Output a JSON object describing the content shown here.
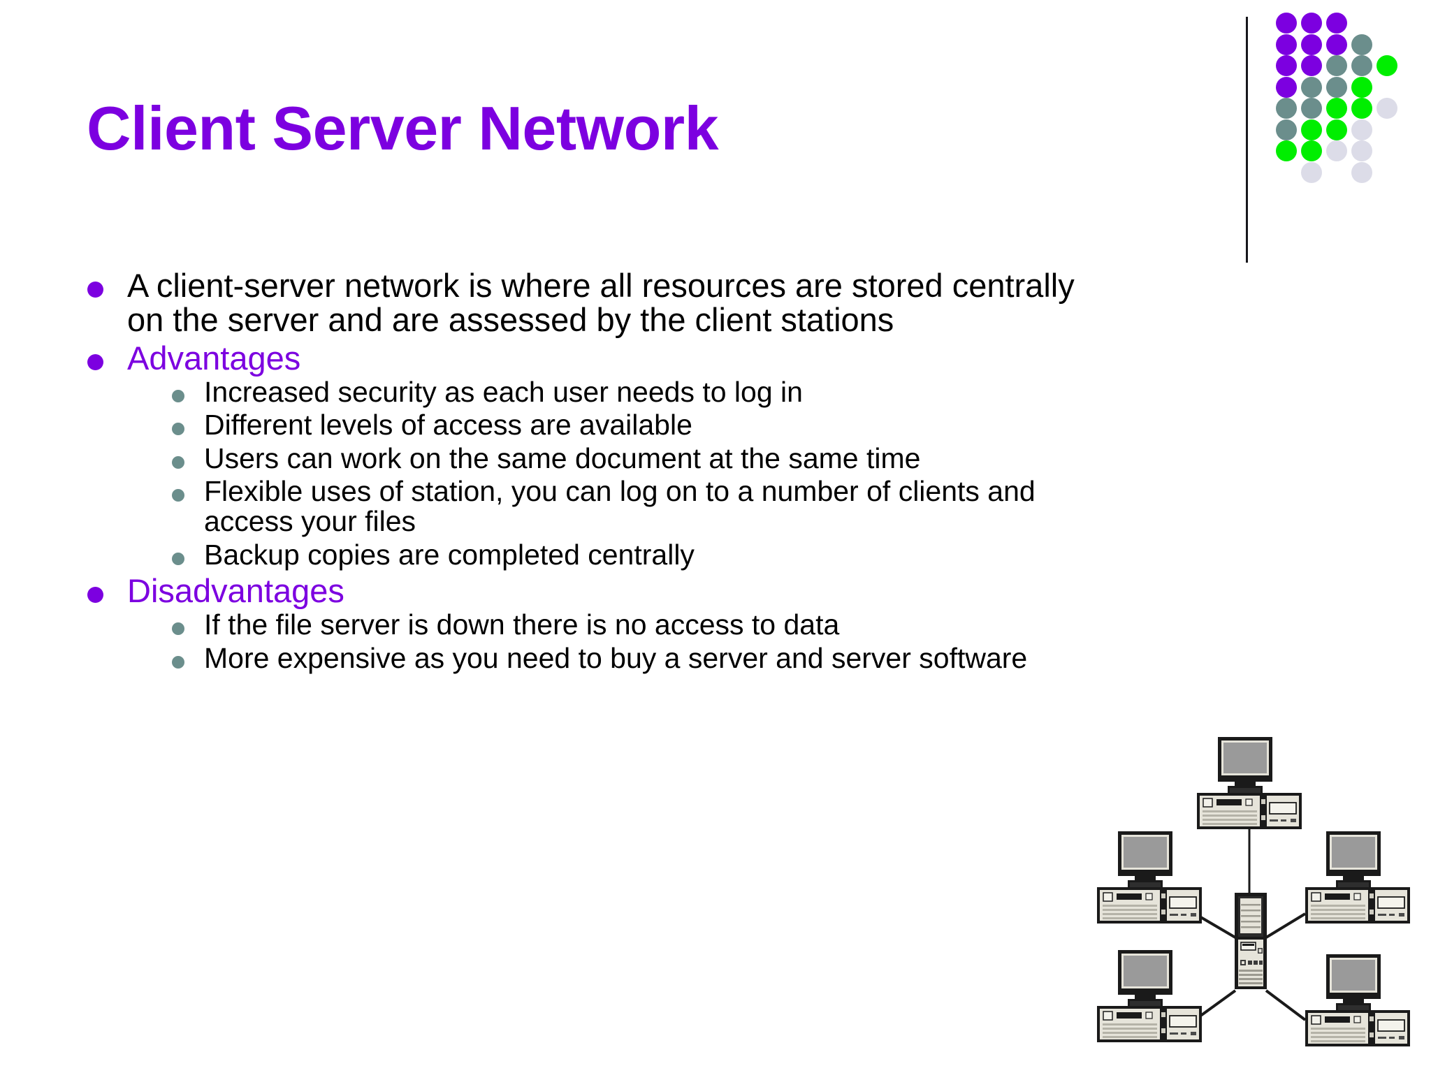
{
  "slide": {
    "title": "Client Server Network",
    "background_color": "#FFFFFF",
    "accent_color": "#7C00E0",
    "sub_bullet_color": "#6B8E8C",
    "body_text_color": "#000000"
  },
  "logo": {
    "name": "dot-grid-logo",
    "colors": {
      "purple": "#7C00E0",
      "teal": "#6B8E8C",
      "green": "#00EE00",
      "lavender": "#DCDCE8"
    },
    "rows": [
      [
        "purple",
        "purple",
        "purple"
      ],
      [
        "purple",
        "purple",
        "purple",
        "teal"
      ],
      [
        "purple",
        "purple",
        "teal",
        "teal",
        "green"
      ],
      [
        "purple",
        "teal",
        "teal",
        "green"
      ],
      [
        "teal",
        "teal",
        "green",
        "green",
        "lavender"
      ],
      [
        "teal",
        "green",
        "green",
        "lavender"
      ],
      [
        "green",
        "green",
        "lavender",
        "lavender"
      ],
      [
        "",
        "lavender",
        "",
        "lavender"
      ]
    ]
  },
  "content": [
    {
      "level": 1,
      "text": "A client-server network is where all resources are stored centrally on the server and are assessed by the client stations",
      "style": "plain"
    },
    {
      "level": 1,
      "text": "Advantages",
      "style": "accent",
      "children": [
        "Increased security as each user needs to log in",
        "Different levels of access are available",
        "Users can work on the same document at the same time",
        "Flexible uses of station, you can log on to a number of clients and access your files",
        "Backup copies are completed centrally"
      ]
    },
    {
      "level": 1,
      "text": "Disadvantages",
      "style": "accent",
      "children": [
        "If the file server is down there is no access to data",
        "More expensive as you need to buy a server and server software"
      ]
    }
  ],
  "diagram": {
    "name": "client-server-star-topology",
    "description": "Star topology network diagram",
    "server_label": "server-tower",
    "client_count": 5,
    "clients": [
      "client-top",
      "client-left-upper",
      "client-right-upper",
      "client-left-lower",
      "client-right-lower"
    ],
    "colors": {
      "outline": "#1A1A1A",
      "case_light": "#E6E4DA",
      "case_mid": "#C9C7BC",
      "screen": "#9A9A9A",
      "shadow": "#3A3A3A"
    }
  }
}
